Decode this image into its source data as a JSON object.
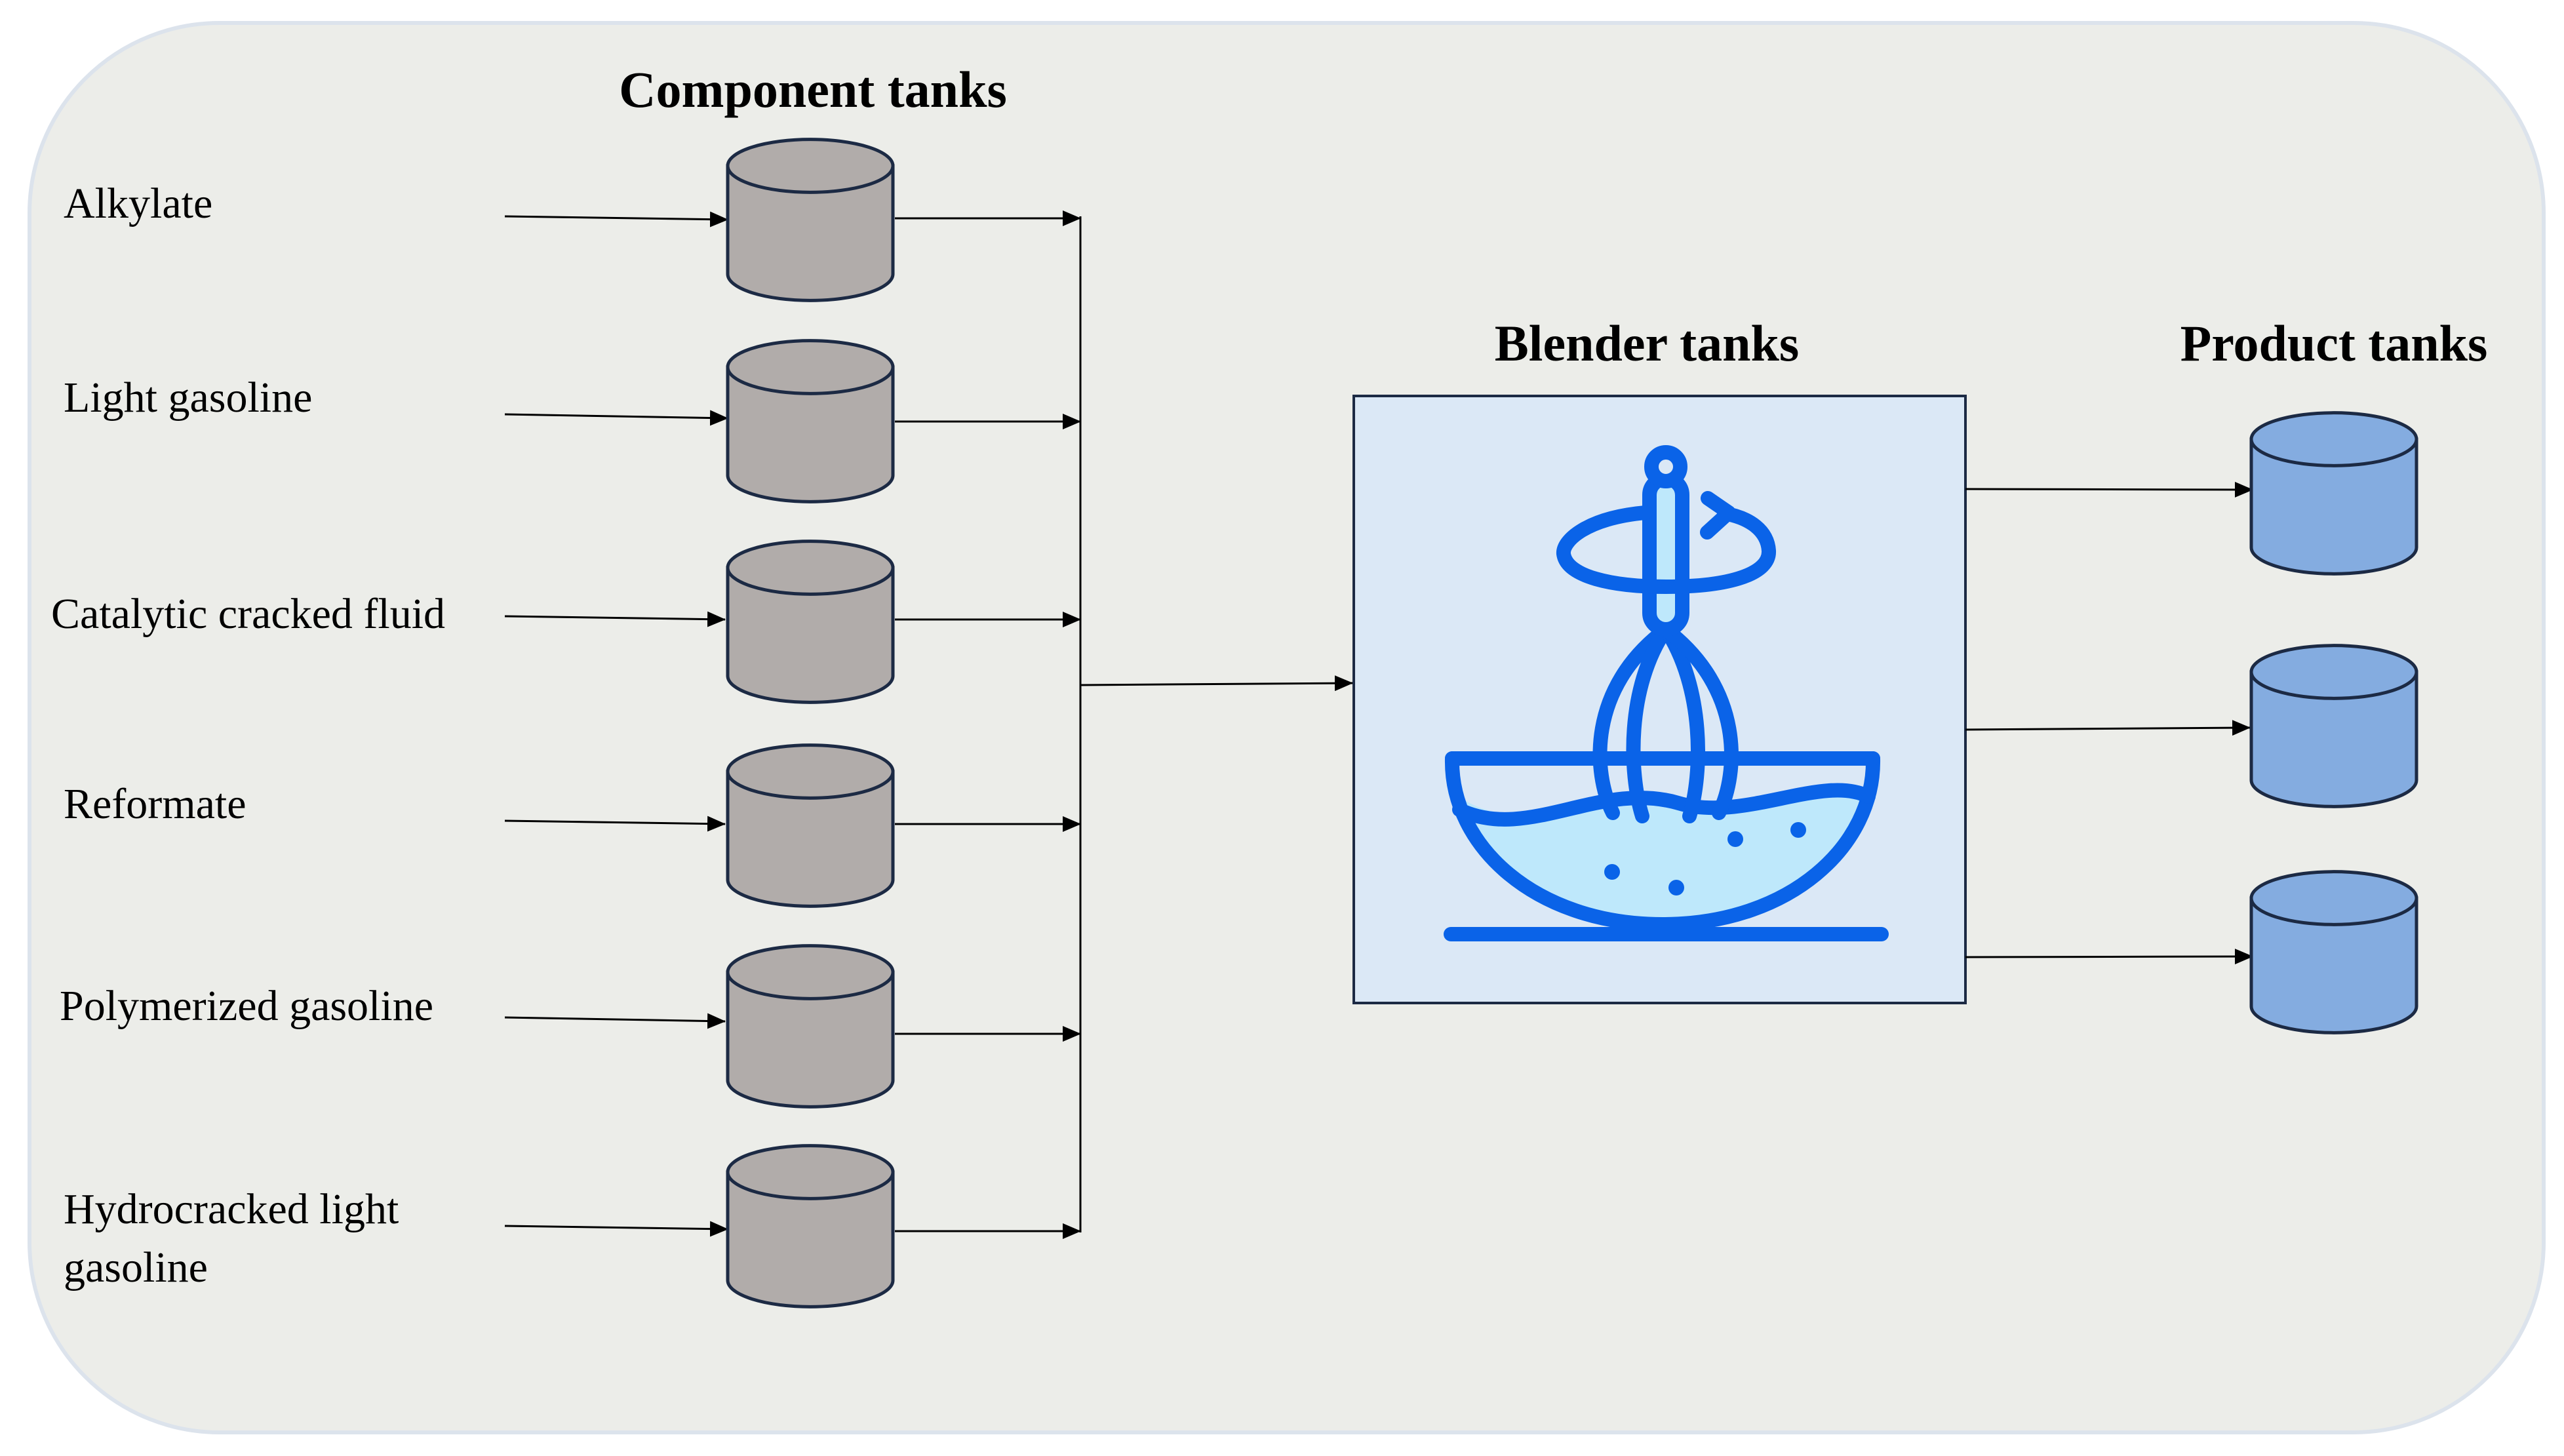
{
  "headings": {
    "component": "Component tanks",
    "blender": "Blender tanks",
    "product": "Product tanks"
  },
  "inputs": [
    {
      "lines": [
        "Alkylate"
      ]
    },
    {
      "lines": [
        "Light gasoline"
      ]
    },
    {
      "lines": [
        "Catalytic cracked fluid"
      ]
    },
    {
      "lines": [
        "Reformate"
      ]
    },
    {
      "lines": [
        "Polymerized gasoline"
      ]
    },
    {
      "lines": [
        "Hydrocracked light",
        "gasoline"
      ]
    }
  ],
  "product_tank_count": 3,
  "blender_icon": "whisk-bowl-icon",
  "colors": {
    "background_panel": "#ECEDE9",
    "panel_border": "#DCE3EC",
    "component_tank_fill": "#B1ACAA",
    "tank_outline": "#1C2A44",
    "product_tank_fill": "#84ACE0",
    "blender_box_fill": "#DBE8F6",
    "icon_stroke": "#0A63E8",
    "icon_liquid": "#BEE8FB",
    "arrow": "#000000"
  }
}
